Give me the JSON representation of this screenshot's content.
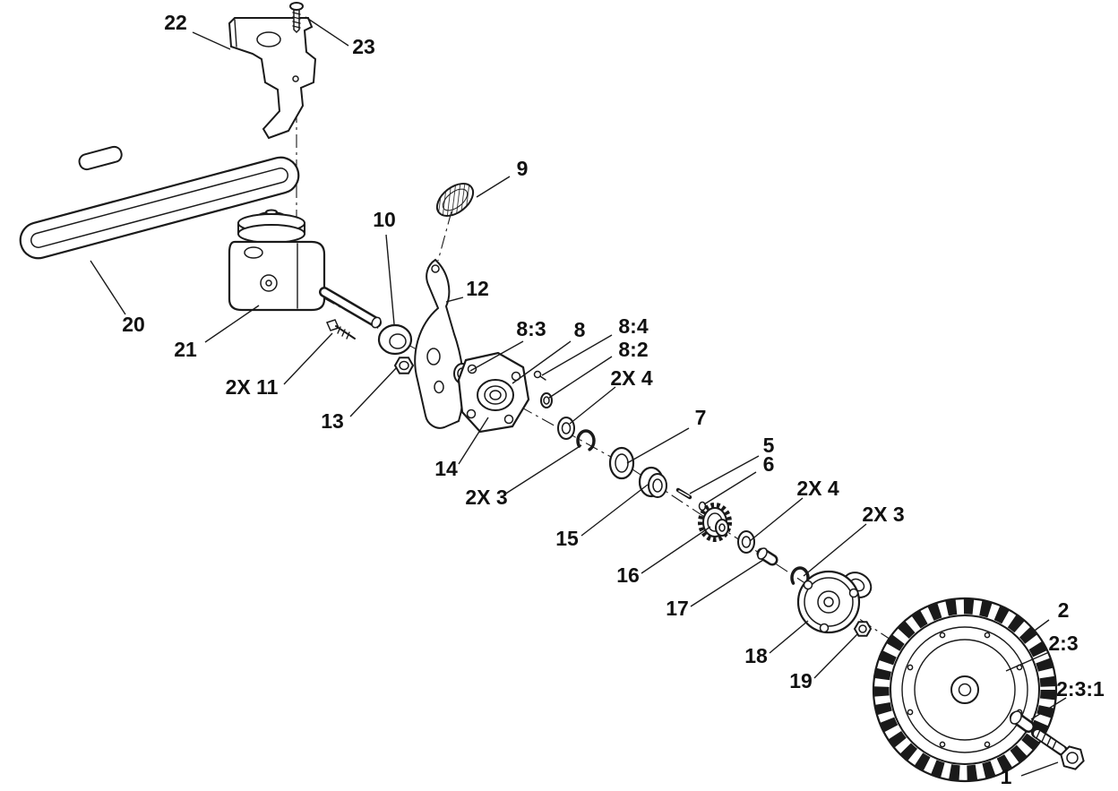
{
  "page": {
    "background": "#ffffff",
    "ink": "#1a1a1a"
  },
  "diagram": {
    "kind": "exploded-parts-diagram",
    "labels": [
      {
        "id": "22",
        "text": "22"
      },
      {
        "id": "23",
        "text": "23"
      },
      {
        "id": "9",
        "text": "9"
      },
      {
        "id": "10",
        "text": "10"
      },
      {
        "id": "12",
        "text": "12"
      },
      {
        "id": "20",
        "text": "20"
      },
      {
        "id": "21",
        "text": "21"
      },
      {
        "id": "2x11",
        "text": "2X 11"
      },
      {
        "id": "8-3",
        "text": "8:3"
      },
      {
        "id": "8",
        "text": "8"
      },
      {
        "id": "8-4",
        "text": "8:4"
      },
      {
        "id": "8-2",
        "text": "8:2"
      },
      {
        "id": "2x4-a",
        "text": "2X 4"
      },
      {
        "id": "13",
        "text": "13"
      },
      {
        "id": "7",
        "text": "7"
      },
      {
        "id": "14",
        "text": "14"
      },
      {
        "id": "5",
        "text": "5"
      },
      {
        "id": "6",
        "text": "6"
      },
      {
        "id": "2x3-a",
        "text": "2X 3"
      },
      {
        "id": "2x4-b",
        "text": "2X 4"
      },
      {
        "id": "2x3-b",
        "text": "2X 3"
      },
      {
        "id": "15",
        "text": "15"
      },
      {
        "id": "16",
        "text": "16"
      },
      {
        "id": "17",
        "text": "17"
      },
      {
        "id": "18",
        "text": "18"
      },
      {
        "id": "19",
        "text": "19"
      },
      {
        "id": "2",
        "text": "2"
      },
      {
        "id": "2-3",
        "text": "2:3"
      },
      {
        "id": "2-3-1",
        "text": "2:3:1"
      },
      {
        "id": "1",
        "text": "1"
      }
    ]
  }
}
